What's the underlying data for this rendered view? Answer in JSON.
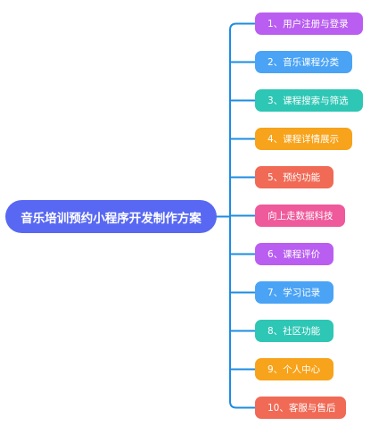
{
  "root": {
    "label": "音乐培训预约小程序开发制作方案",
    "color": "#5868f2"
  },
  "connector_color": "#1e8ce0",
  "branches": [
    {
      "label": "1、用户注册与登录",
      "color": "#b95ef0"
    },
    {
      "label": "2、音乐课程分类",
      "color": "#4aa3f5"
    },
    {
      "label": "3、课程搜索与筛选",
      "color": "#2ec6b4"
    },
    {
      "label": "4、课程详情展示",
      "color": "#f7a31b"
    },
    {
      "label": "5、预约功能",
      "color": "#f06a56"
    },
    {
      "label": "向上走数据科技",
      "color": "#ee5a9b"
    },
    {
      "label": "6、课程评价",
      "color": "#b95ef0"
    },
    {
      "label": "7、学习记录",
      "color": "#4aa3f5"
    },
    {
      "label": "8、社区功能",
      "color": "#2ec6b4"
    },
    {
      "label": "9、个人中心",
      "color": "#f7a31b"
    },
    {
      "label": "10、客服与售后",
      "color": "#f06a56"
    }
  ]
}
